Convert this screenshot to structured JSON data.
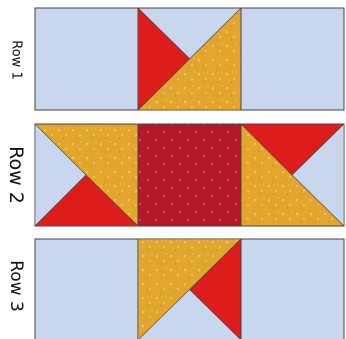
{
  "rows": [
    {
      "label": "Row 1"
    },
    {
      "label": "Row 2"
    },
    {
      "label": "Row 3"
    }
  ],
  "colors": {
    "background_square": "#c8d6ee",
    "gold_fabric": "#e2a52e",
    "red_triangle": "#dd1c1c",
    "crimson_center": "#b5172b",
    "border": "#444444"
  }
}
